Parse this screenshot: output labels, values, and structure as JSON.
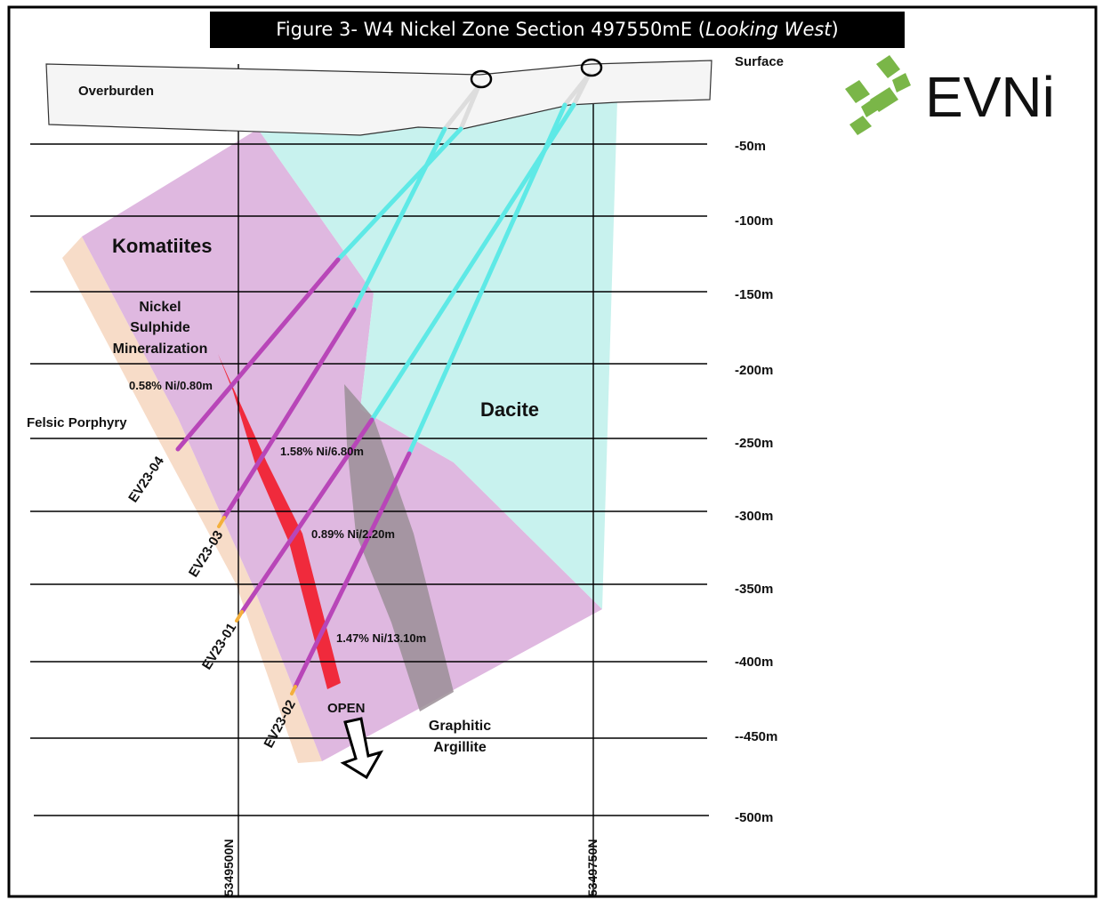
{
  "title": {
    "main": "Figure 3- W4 Nickel Zone Section 497550mE (",
    "italic": "Looking West",
    "close": ")"
  },
  "logo": {
    "text": "EVNi",
    "color": "#7ab648"
  },
  "depth_labels": [
    "Surface",
    "-50m",
    "-100m",
    "-150m",
    "-200m",
    "-250m",
    "-300m",
    "-350m",
    "-400m",
    "--450m",
    "-500m"
  ],
  "northings": [
    "5349500N",
    "5349750N"
  ],
  "units": {
    "overburden": "Overburden",
    "komatiites": "Komatiites",
    "dacite": "Dacite",
    "felsic": "Felsic Porphyry",
    "nickel": [
      "Nickel",
      "Sulphide",
      "Mineralization"
    ],
    "argillite": [
      "Graphitic",
      "Argillite"
    ]
  },
  "drillholes": [
    "EV23-04",
    "EV23-03",
    "EV23-01",
    "EV23-02"
  ],
  "intercepts": [
    "0.58% Ni/0.80m",
    "1.58% Ni/6.80m",
    "0.89% Ni/2.20m",
    "1.47% Ni/13.10m"
  ],
  "open_label": "OPEN",
  "colors": {
    "komatiite": "#dfb8e0",
    "dacite": "#c8f2ee",
    "felsic": "#f7dcc8",
    "nickel": "#f02a3c",
    "argillite": "#9b8e96",
    "hole_cyan": "#5ee9e6",
    "hole_magenta": "#b846b8"
  }
}
